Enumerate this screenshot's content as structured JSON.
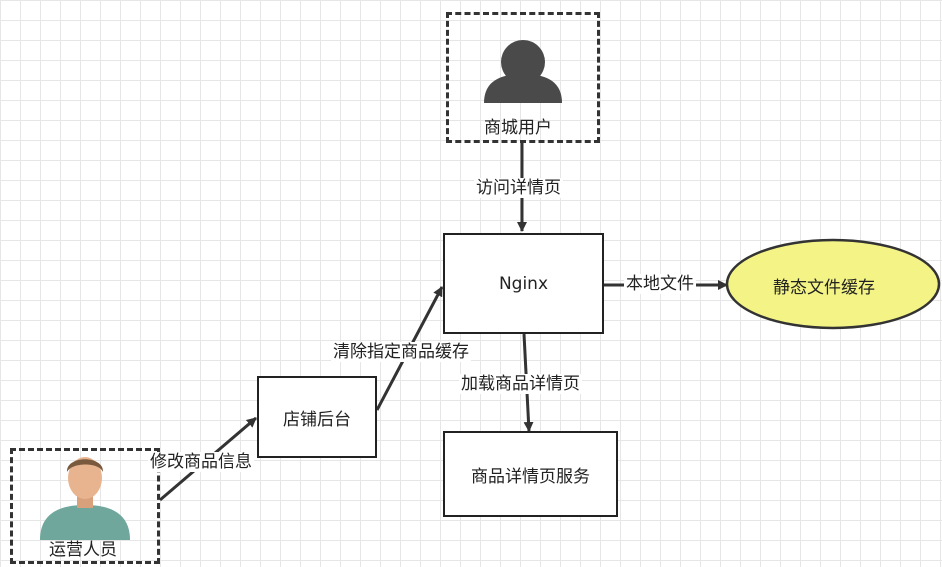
{
  "actors": {
    "mall_user": "商城用户",
    "operator": "运营人员"
  },
  "nodes": {
    "nginx": "Nginx",
    "store_backend": "店铺后台",
    "detail_service": "商品详情页服务",
    "static_cache": "静态文件缓存"
  },
  "edges": {
    "visit_detail": "访问详情页",
    "local_file": "本地文件",
    "load_detail": "加载商品详情页",
    "clear_cache": "清除指定商品缓存",
    "modify_info": "修改商品信息"
  },
  "colors": {
    "cache_fill": "#f4f486",
    "line": "#333333",
    "user_icon": "#4a4a4a",
    "operator_shirt": "#6fa79c",
    "operator_skin": "#e8b48f"
  }
}
